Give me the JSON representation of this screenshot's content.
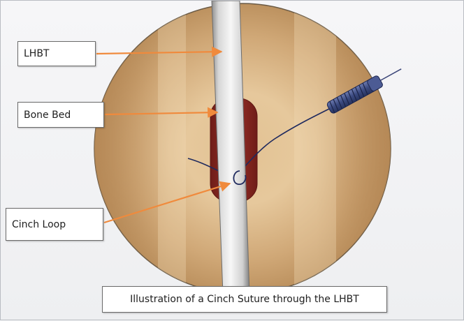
{
  "labels": {
    "lhbt": "LHBT",
    "bone_bed": "Bone Bed",
    "cinch_loop": "Cinch Loop"
  },
  "caption": "Illustration of a Cinch Suture through the LHBT",
  "colors": {
    "background": "#eeeff1",
    "disc_light": "#e9cba0",
    "disc_dark": "#b98d59",
    "bone_bed": "#8c2a22",
    "tendon": "#ebebeb",
    "arrow": "#f08a3c",
    "suture": "#24306a",
    "anchor": "#3f4f86"
  }
}
